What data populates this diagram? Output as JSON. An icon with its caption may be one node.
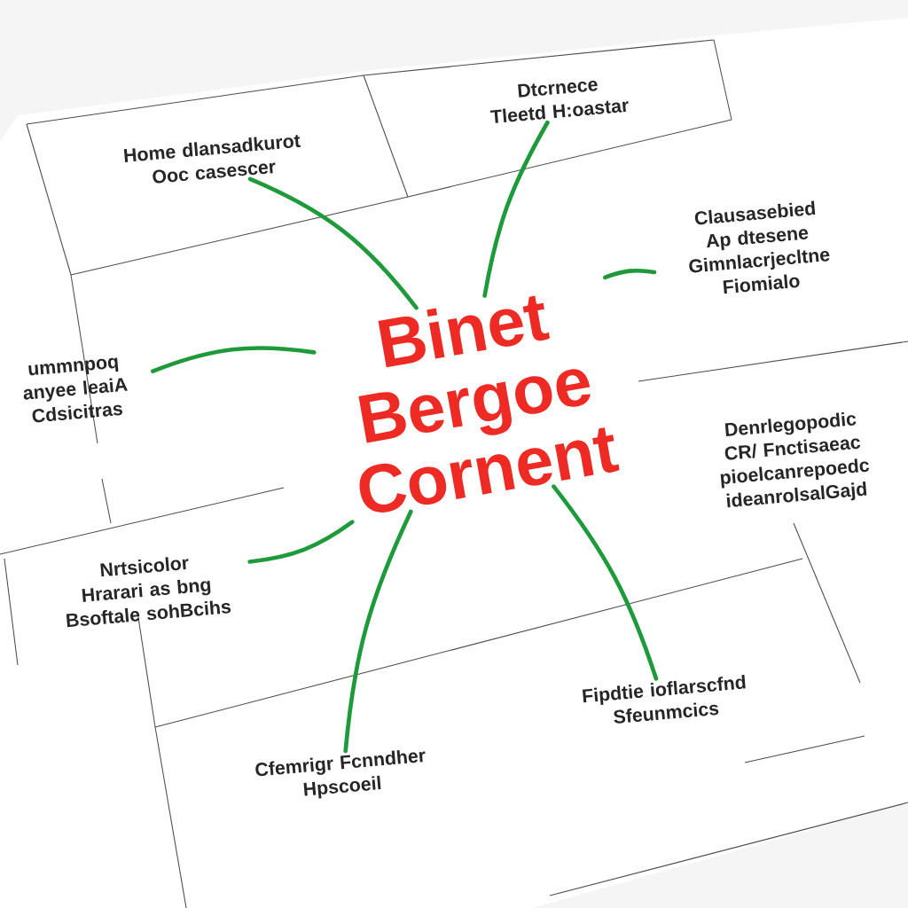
{
  "diagram": {
    "nodes": [
      {
        "text": [
          "Binet Bergoe Cornent"
        ]
      },
      {
        "text": [
          "Home dlansadkurot Ooc casescer"
        ]
      },
      {
        "text": [
          "Dtcrnece Tleetd H:oastar"
        ]
      },
      {
        "text": [
          "Clausasebied Ap dtesene Gimnlacrjecltne Fiomialo"
        ]
      },
      {
        "text": [
          "Denrlegopodic CR/ Fnctisaeac pioelcanrepoedc ideanrolsalGajd"
        ]
      },
      {
        "text": [
          "ummnpoq anyee leaiA Cdsicitras"
        ]
      },
      {
        "text": [
          "Nrtsicolor Hrarari as bng Bsoftale sohBcihs"
        ]
      },
      {
        "text": [
          "Cfemrigr Fcnndher Hpscoeil"
        ]
      },
      {
        "text": [
          "Fipdtie ioflarscfnd Sfeunmcics"
        ]
      }
    ],
    "edges": [
      {
        "from": 0,
        "to": 1,
        "arrow": "none"
      },
      {
        "from": 0,
        "to": 2,
        "arrow": "none"
      },
      {
        "from": 0,
        "to": 3,
        "arrow": "none"
      },
      {
        "from": 0,
        "to": 5,
        "arrow": "none"
      },
      {
        "from": 0,
        "to": 6,
        "arrow": "none"
      },
      {
        "from": 0,
        "to": 7,
        "arrow": "none"
      },
      {
        "from": 0,
        "to": 8,
        "arrow": "none"
      }
    ]
  }
}
